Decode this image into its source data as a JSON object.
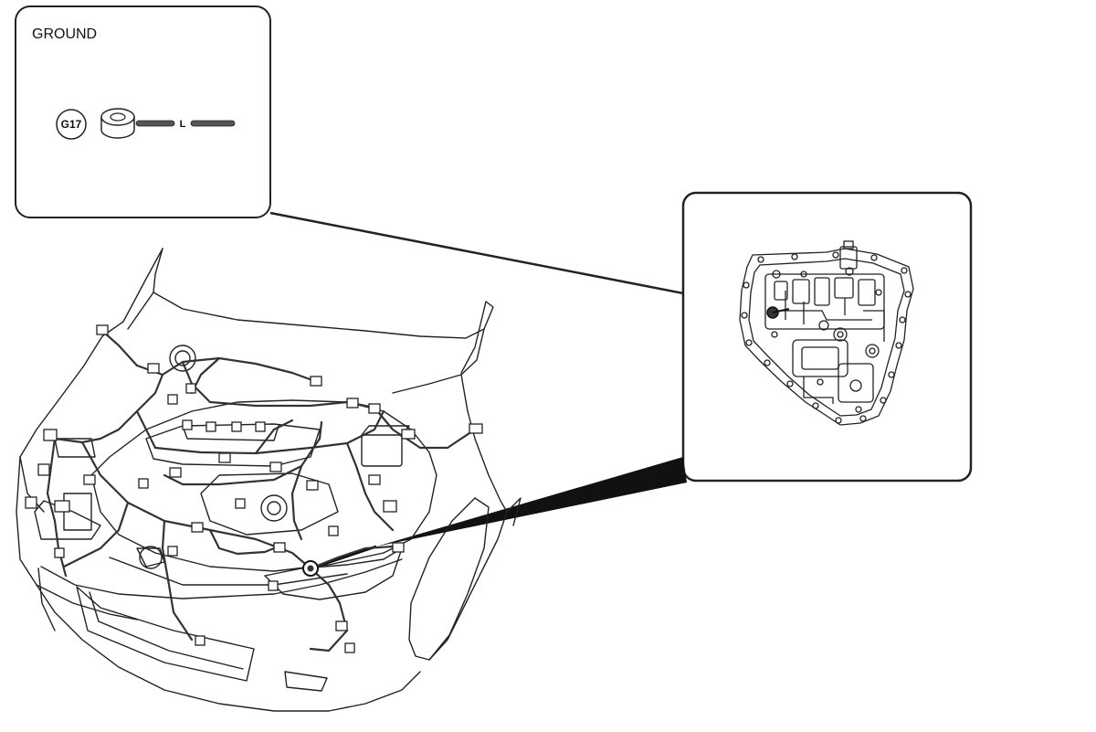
{
  "ground_callout": {
    "title": "GROUND",
    "ground_point": "G17",
    "length_label": "L"
  },
  "colors": {
    "line": "#222222",
    "wire": "#333333",
    "ground_bolt": "#444444",
    "background": "#ffffff"
  },
  "icons": [
    "ground-bolt-icon",
    "washer-icon",
    "car-engine-bay-illustration",
    "transaxle-case-illustration"
  ]
}
